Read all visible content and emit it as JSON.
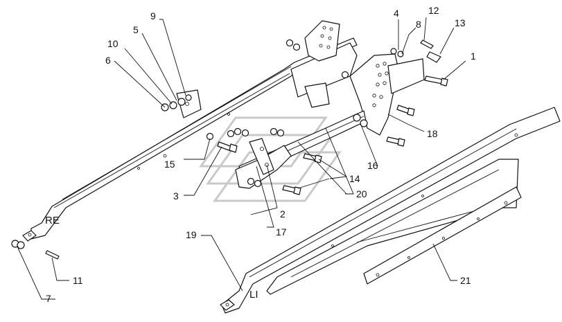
{
  "diagram": {
    "callouts": [
      "1",
      "2",
      "3",
      "4",
      "5",
      "6",
      "7",
      "8",
      "9",
      "10",
      "11",
      "12",
      "13",
      "14",
      "15",
      "16",
      "17",
      "18",
      "19",
      "20",
      "21"
    ],
    "side_labels": {
      "right": "RE",
      "left": "LI"
    }
  }
}
